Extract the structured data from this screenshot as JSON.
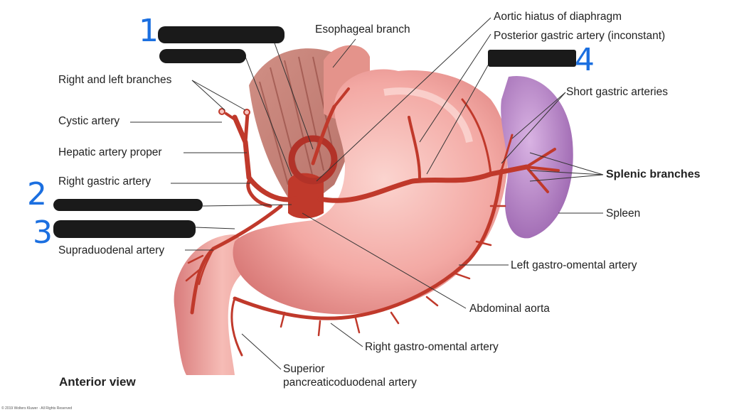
{
  "labels": {
    "esophageal_branch": "Esophageal branch",
    "aortic_hiatus": "Aortic hiatus of diaphragm",
    "posterior_gastric": "Posterior gastric artery (inconstant)",
    "right_left_branches": "Right and left branches",
    "short_gastric": "Short gastric arteries",
    "cystic_artery": "Cystic artery",
    "hepatic_proper": "Hepatic artery proper",
    "splenic_branches": "Splenic branches",
    "right_gastric": "Right gastric artery",
    "spleen": "Spleen",
    "supraduodenal": "Supraduodenal artery",
    "left_gastro_omental": "Left gastro-omental artery",
    "abdominal_aorta": "Abdominal aorta",
    "right_gastro_omental": "Right gastro-omental artery",
    "superior_pancreatico_1": "Superior",
    "superior_pancreatico_2": "pancreaticoduodenal artery",
    "anterior_view": "Anterior view",
    "copyright": "© 2019 Wolters Kluwer · All Rights Reserved"
  },
  "handwritten": {
    "mark_1": "1",
    "mark_2": "2",
    "mark_3": "3",
    "mark_4": "4"
  },
  "colors": {
    "stomach": "#f2a3a0",
    "artery": "#c0392b",
    "spleen": "#b882c9",
    "annotation_ink": "#1b6fe0",
    "redaction": "#1a1a1a"
  }
}
